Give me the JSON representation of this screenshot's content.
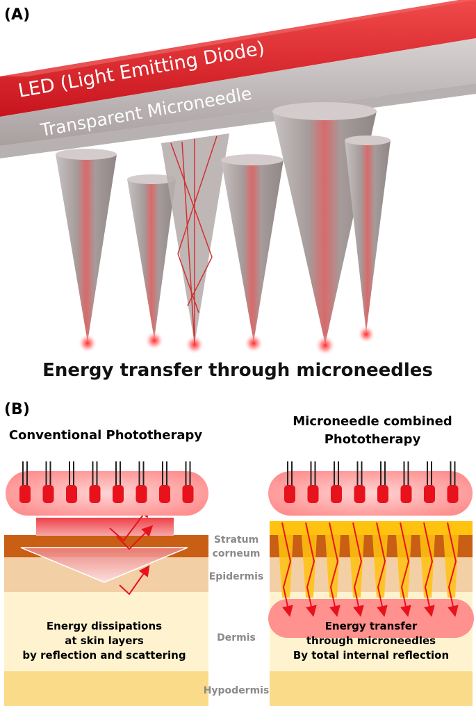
{
  "panel_a": {
    "label": "(A)",
    "led_label": "LED (Light Emitting Diode)",
    "microneedle_label": "Transparent Microneedle",
    "caption": "Energy transfer through microneedles"
  },
  "panel_b": {
    "label": "(B)",
    "left": {
      "title": "Conventional Phototherapy",
      "note_lines": [
        "Energy dissipations",
        "at skin layers",
        "by reflection and scattering"
      ]
    },
    "right": {
      "title_lines": [
        "Microneedle combined",
        "Phototherapy"
      ],
      "note_lines": [
        "Energy transfer",
        "through microneedles",
        "By total internal reflection"
      ]
    },
    "layers": {
      "stratum_corneum": [
        "Stratum",
        "corneum"
      ],
      "epidermis": "Epidermis",
      "dermis": "Dermis",
      "hypodermis": "Hypodermis"
    }
  },
  "colors": {
    "led_red": "#e8212b",
    "needle_grey": "#b3aaaa",
    "stratum_corneum": "#c95f14",
    "epidermis": "#f3cfa6",
    "dermis": "#fff3cf",
    "hypodermis": "#f9db8a",
    "microneedle_yellow": "#ffc20e"
  }
}
